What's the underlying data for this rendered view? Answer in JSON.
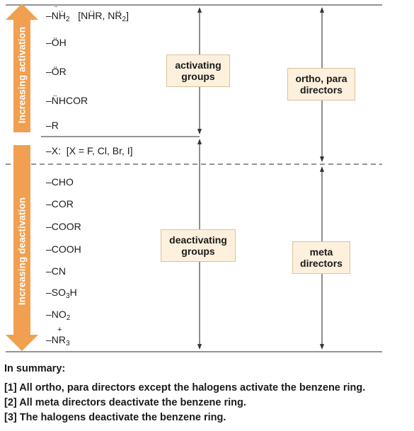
{
  "figure": {
    "side_labels": {
      "activation": "Increasing activation",
      "deactivation": "Increasing deactivation"
    },
    "groups": {
      "nh2_dash": "–",
      "nh2_n": "N",
      "nh2_h": "H",
      "nh2_sub": "2",
      "nh2_extra_open": "[",
      "nh2_nhr_n": "N",
      "nh2_nhr_rest": "HR, ",
      "nh2_nr2_n": "N",
      "nh2_nr2_r": "R",
      "nh2_nr2_sub": "2",
      "nh2_extra_close": "]",
      "oh": "–ÖH",
      "or": "–ÖR",
      "nhcor": "–N̈HCOR",
      "r": "–R",
      "halogen_x": "–X:",
      "halogen_note": "[X = F, Cl, Br, I]",
      "cho": "–CHO",
      "cor": "–COR",
      "coor": "–COOR",
      "cooh": "–COOH",
      "cn": "–CN",
      "so3h_pre": "–SO",
      "so3h_sub": "3",
      "so3h_post": "H",
      "no2_pre": "–NO",
      "no2_sub": "2",
      "nr3_charge": "+",
      "nr3_pre": "–NR",
      "nr3_sub": "3"
    },
    "boxes": {
      "activating": [
        "activating",
        "groups"
      ],
      "deactivating": [
        "deactivating",
        "groups"
      ],
      "ortho_para": [
        "ortho, para",
        "directors"
      ],
      "meta": [
        "meta",
        "directors"
      ]
    },
    "colors": {
      "arrow": "#f0a050",
      "box_fill": "#fdf0dc",
      "line": "#333333"
    }
  },
  "summary": {
    "heading": "In summary:",
    "points": [
      "[1] All ortho, para directors except the halogens activate the benzene ring.",
      "[2] All meta directors deactivate the benzene ring.",
      "[3] The halogens deactivate the benzene ring."
    ]
  }
}
